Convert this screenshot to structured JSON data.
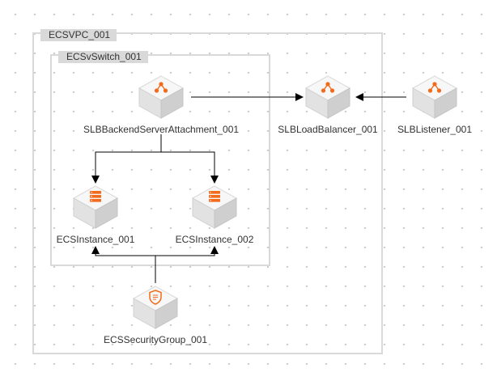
{
  "groups": {
    "vpc": {
      "label": "ECSVPC_001"
    },
    "vswitch": {
      "label": "ECSvSwitch_001"
    }
  },
  "nodes": {
    "attachment": {
      "label": "SLBBackendServerAttachment_001",
      "icon": "slb-icon"
    },
    "loadbalancer": {
      "label": "SLBLoadBalancer_001",
      "icon": "slb-icon"
    },
    "listener": {
      "label": "SLBListener_001",
      "icon": "slb-icon"
    },
    "instance1": {
      "label": "ECSInstance_001",
      "icon": "ecs-server-icon"
    },
    "instance2": {
      "label": "ECSInstance_002",
      "icon": "ecs-server-icon"
    },
    "securitygroup": {
      "label": "ECSSecurityGroup_001",
      "icon": "security-shield-icon"
    }
  },
  "edges": [
    {
      "from": "attachment",
      "to": "loadbalancer"
    },
    {
      "from": "listener",
      "to": "loadbalancer"
    },
    {
      "from": "attachment",
      "to": "instance1"
    },
    {
      "from": "attachment",
      "to": "instance2"
    },
    {
      "from": "securitygroup",
      "to": "instance1"
    },
    {
      "from": "securitygroup",
      "to": "instance2"
    }
  ],
  "colors": {
    "accent": "#f26a1b",
    "group_border": "#d9d9d9",
    "edge": "#000000"
  }
}
